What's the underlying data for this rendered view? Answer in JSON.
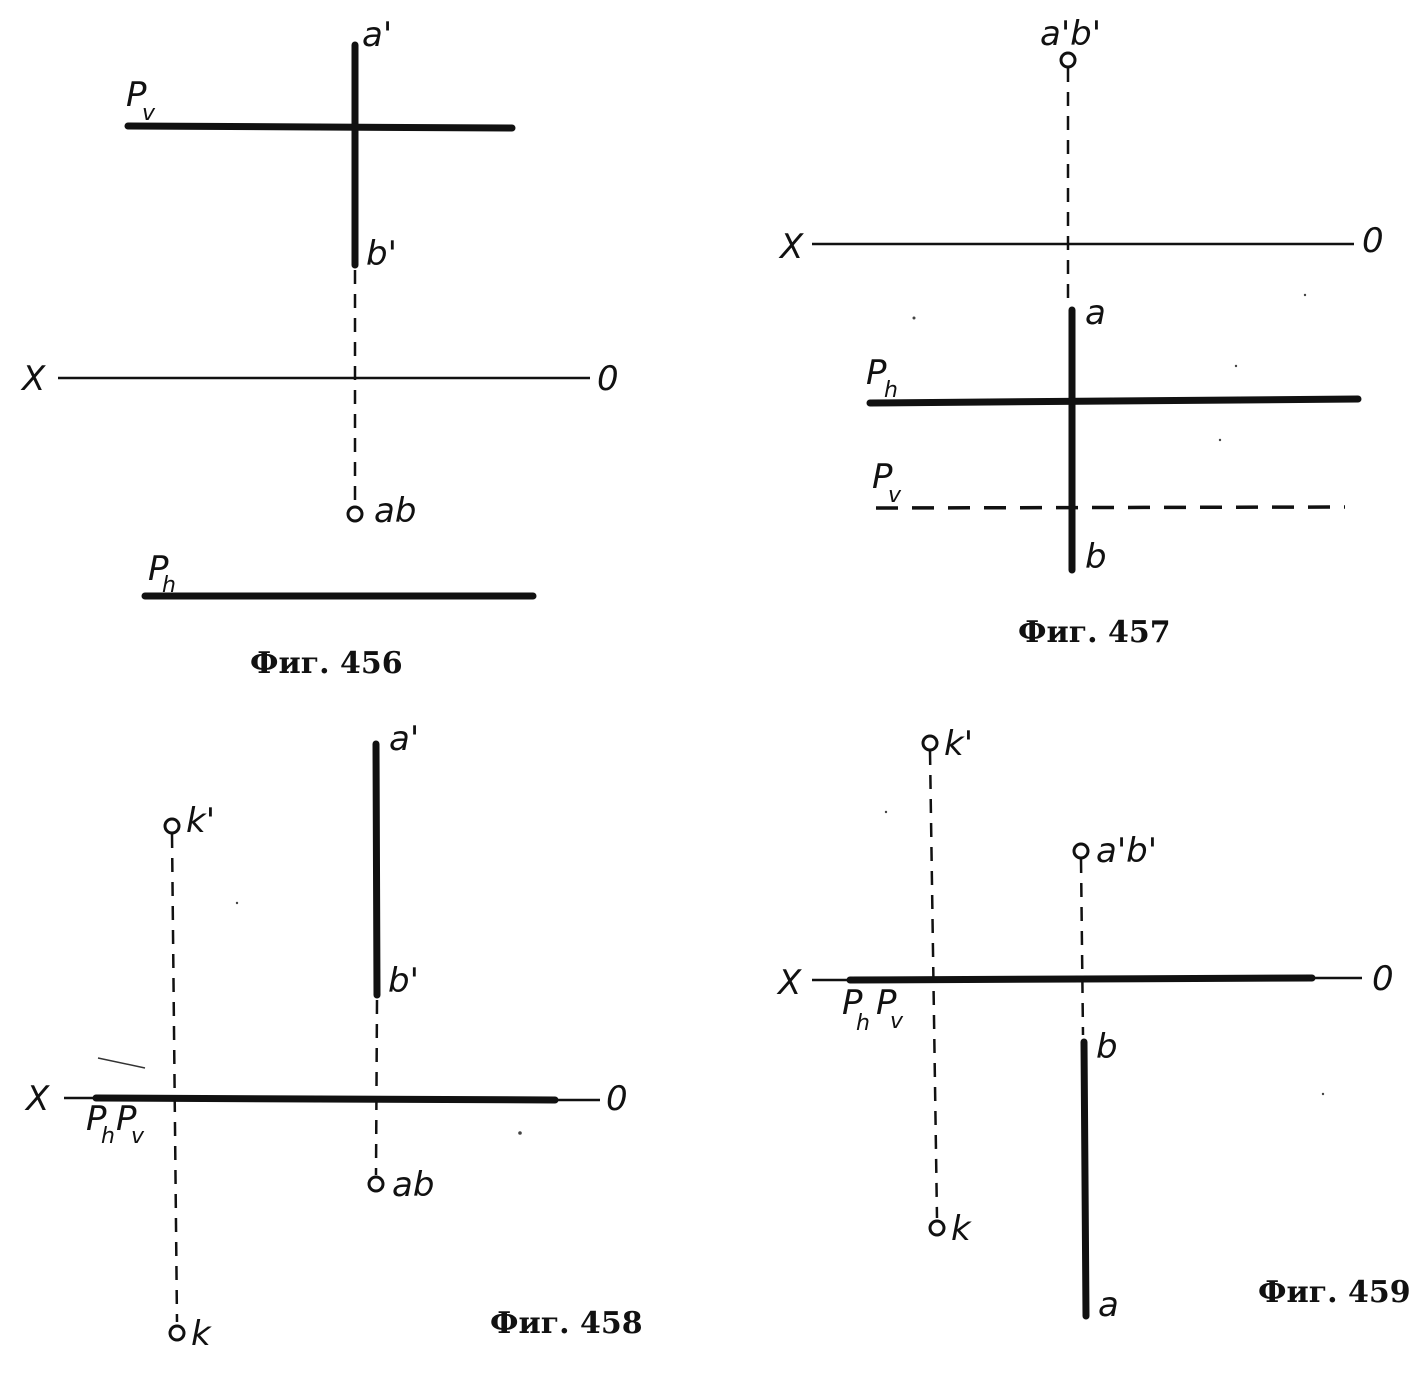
{
  "figures": {
    "f456": {
      "caption": "Фиг. 456",
      "axis_x": "X",
      "axis_o": "0",
      "a1": "a'",
      "b1": "b'",
      "ab": "ab",
      "pv_p": "P",
      "pv_sub": "v",
      "ph_p": "P",
      "ph_sub": "h"
    },
    "f457": {
      "caption": "Фиг. 457",
      "axis_x": "X",
      "axis_o": "0",
      "a1b1": "a'b'",
      "a": "a",
      "b": "b",
      "ph_p": "P",
      "ph_sub": "h",
      "pv_p": "P",
      "pv_sub": "v"
    },
    "f458": {
      "caption": "Фиг. 458",
      "axis_x": "X",
      "axis_o": "0",
      "a1": "a'",
      "b1": "b'",
      "ab": "ab",
      "k1": "k'",
      "k": "k",
      "ph_p": "P",
      "ph_sub": "h",
      "pv_p": "P",
      "pv_sub": "v"
    },
    "f459": {
      "caption": "Фиг. 459",
      "axis_x": "X",
      "axis_o": "0",
      "k1": "k'",
      "k": "k",
      "a1b1": "a'b'",
      "a": "a",
      "b": "b",
      "ph_p": "P",
      "ph_sub": "h",
      "pv_p": "P",
      "pv_sub": "v"
    }
  }
}
